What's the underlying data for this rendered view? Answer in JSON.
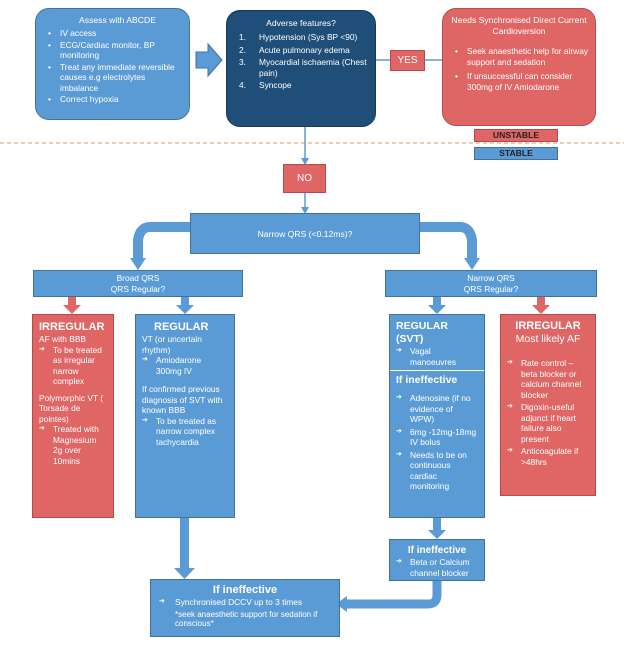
{
  "assess": {
    "title": "Assess with ABCDE",
    "items": [
      "IV access",
      "ECG/Cardiac monitor, BP monitoring",
      "Treat any immediate reversible causes e.g electrolytes imbalance",
      "Correct hypoxia"
    ]
  },
  "adverse": {
    "title": "Adverse features?",
    "items": [
      {
        "num": "1.",
        "text": "Hypotension (Sys BP <90)"
      },
      {
        "num": "2.",
        "text": "Acute pulmonary edema"
      },
      {
        "num": "3.",
        "text": "Myocardial ischaemia (Chest pain)"
      },
      {
        "num": "4.",
        "text": "Syncope"
      }
    ]
  },
  "yes_label": "YES",
  "no_label": "NO",
  "cardioversion": {
    "title": "Needs Synchronised Direct Current Cardioversion",
    "items": [
      "Seek anaesthetic help for airway support and sedation",
      "If unsuccessful can consider 300mg of IV Amiodarone"
    ]
  },
  "unstable_label": "UNSTABLE",
  "stable_label": "STABLE",
  "narrow_qrs_question": "Narrow QRS (<0.12ms)?",
  "broad_qrs": {
    "line1": "Broad QRS",
    "line2": "QRS Regular?"
  },
  "narrow_qrs": {
    "line1": "Narrow QRS",
    "line2": "QRS Regular?"
  },
  "broad_irregular": {
    "heading": "IRREGULAR",
    "af_text": "AF with BBB",
    "af_items": [
      "To be treated as irregular narrow complex"
    ],
    "poly_text": "Polymorphic VT ( Torsade de pointes)",
    "poly_items": [
      "Treated with Magnesium 2g over 10mins"
    ]
  },
  "broad_regular": {
    "heading": "REGULAR",
    "vt_text": "VT (or uncertain rhythm)",
    "vt_items": [
      "Amiodarone 300mg IV"
    ],
    "svt_text": "If confirmed previous diagnosis of SVT with known BBB",
    "svt_items": [
      "To be treated as narrow complex tachycardia"
    ]
  },
  "narrow_regular": {
    "heading": "REGULAR (SVT)",
    "items": [
      "Vagal manoeuvres"
    ],
    "ineffective_heading": "If ineffective",
    "ineffective_items": [
      "Adenosine (if no evidence of WPW)",
      "6mg -12mg-18mg IV bolus",
      "Needs to be on continuous cardiac monitoring"
    ]
  },
  "narrow_irregular": {
    "heading": "IRREGULAR",
    "subheading": "Most likely AF",
    "items": [
      "Rate control –beta blocker or calcium channel blocker",
      "Digoxin-useful adjunct if heart failure also present",
      "Anticoagulate if >48hrs"
    ]
  },
  "ineffective_small": {
    "heading": "If ineffective",
    "items": [
      "Beta or Calcium channel blocker"
    ]
  },
  "ineffective_main": {
    "heading": "If ineffective",
    "items": [
      "Synchronised DCCV up to 3 times"
    ],
    "note": "*seek anaesthetic support for sedation if conscious*"
  },
  "colors": {
    "blue": "#5b9bd5",
    "dark_blue": "#1f4e79",
    "red": "#e06666",
    "divider": "#d89a5b"
  }
}
